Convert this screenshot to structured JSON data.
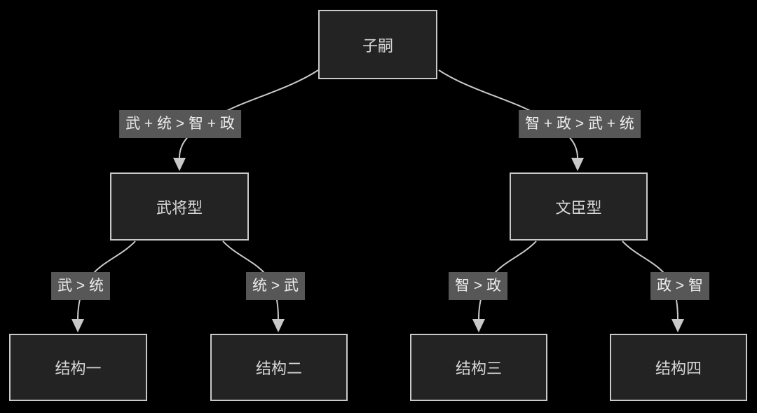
{
  "diagram": {
    "type": "flowchart-decision-tree",
    "nodes": {
      "root": "子嗣",
      "military": "武将型",
      "civil": "文臣型",
      "leaf1": "结构一",
      "leaf2": "结构二",
      "leaf3": "结构三",
      "leaf4": "结构四"
    },
    "edges": {
      "root_military": "武 + 统 > 智 + 政",
      "root_civil": "智 + 政 > 武 + 统",
      "military_leaf1": "武 > 统",
      "military_leaf2": "统 > 武",
      "civil_leaf3": "智 > 政",
      "civil_leaf4": "政 > 智"
    },
    "colors": {
      "background": "#000000",
      "node_fill": "#232323",
      "node_border": "#c9c9c9",
      "node_text": "#d6d6d6",
      "edge_line": "#c9c9c9",
      "edge_label_bg": "#575757",
      "edge_label_text": "#ededed"
    }
  }
}
